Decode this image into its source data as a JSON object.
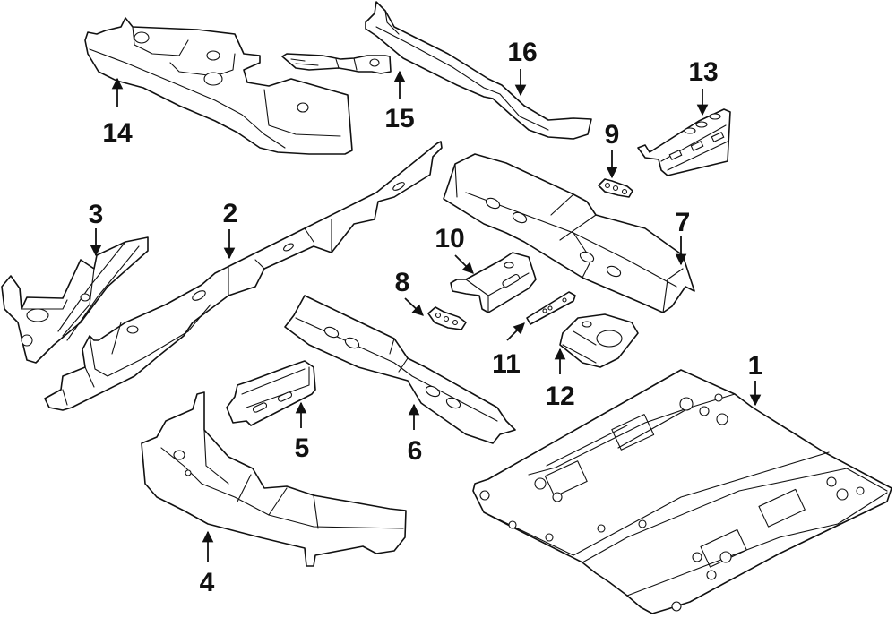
{
  "diagram": {
    "type": "exploded parts diagram",
    "subject": "vehicle floor pan and frame rails",
    "ink_color": "#111111",
    "background_color": "#ffffff",
    "callouts": [
      {
        "id": "1",
        "label": "1",
        "part": "floor-pan"
      },
      {
        "id": "2",
        "label": "2",
        "part": "side-rail"
      },
      {
        "id": "3",
        "label": "3",
        "part": "front-rail-extension"
      },
      {
        "id": "4",
        "label": "4",
        "part": "rear-rail-kick-up"
      },
      {
        "id": "5",
        "label": "5",
        "part": "rail-reinforcement"
      },
      {
        "id": "6",
        "label": "6",
        "part": "front-crossmember"
      },
      {
        "id": "7",
        "label": "7",
        "part": "rear-crossmember"
      },
      {
        "id": "8",
        "label": "8",
        "part": "small-bracket"
      },
      {
        "id": "9",
        "label": "9",
        "part": "small-bracket"
      },
      {
        "id": "10",
        "label": "10",
        "part": "seat-bracket"
      },
      {
        "id": "11",
        "label": "11",
        "part": "reinforcement-strip"
      },
      {
        "id": "12",
        "label": "12",
        "part": "mount-plate"
      },
      {
        "id": "13",
        "label": "13",
        "part": "seat-bracket"
      },
      {
        "id": "14",
        "label": "14",
        "part": "dash-extension"
      },
      {
        "id": "15",
        "label": "15",
        "part": "small-extension"
      },
      {
        "id": "16",
        "label": "16",
        "part": "tunnel-rail"
      }
    ]
  }
}
